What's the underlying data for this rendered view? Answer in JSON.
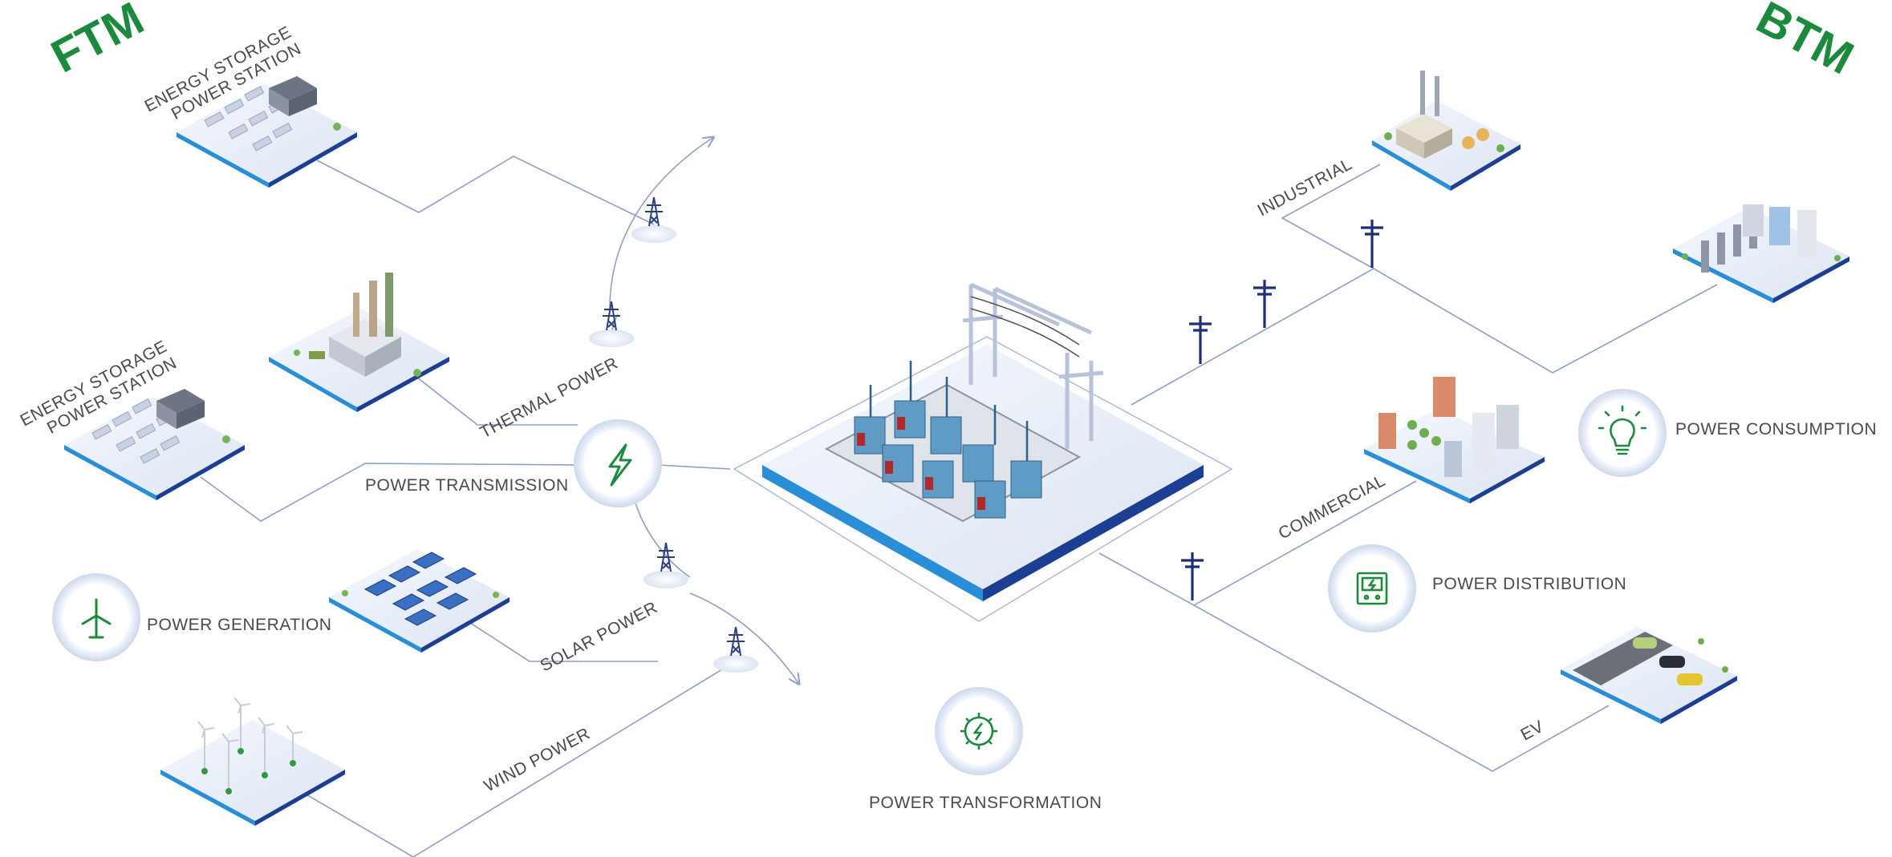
{
  "corners": {
    "ftm": "FTM",
    "btm": "BTM"
  },
  "colors": {
    "accent_green": "#1b8a3c",
    "platform_blue": "#1f4fa8",
    "wire": "#8e9fc4"
  },
  "nodes": {
    "energy_storage_top": "ENERGY STORAGE\nPOWER STATION",
    "energy_storage_mid": "ENERGY STORAGE\nPOWER STATION",
    "thermal_power": "THERMAL POWER",
    "solar_power": "SOLAR POWER",
    "wind_power": "WIND POWER",
    "industrial": "INDUSTRIAL",
    "commercial": "COMMERCIAL",
    "ev": "EV"
  },
  "legend": {
    "power_transmission": "POWER TRANSMISSION",
    "power_generation": "POWER GENERATION",
    "power_transformation": "POWER TRANSFORMATION",
    "power_consumption": "POWER CONSUMPTION",
    "power_distribution": "POWER DISTRIBUTION"
  },
  "icons": {
    "transmission": "lightning-icon",
    "generation": "wind-turbine-icon",
    "transformation": "gear-lightning-icon",
    "consumption": "lightbulb-icon",
    "distribution": "meter-icon"
  }
}
